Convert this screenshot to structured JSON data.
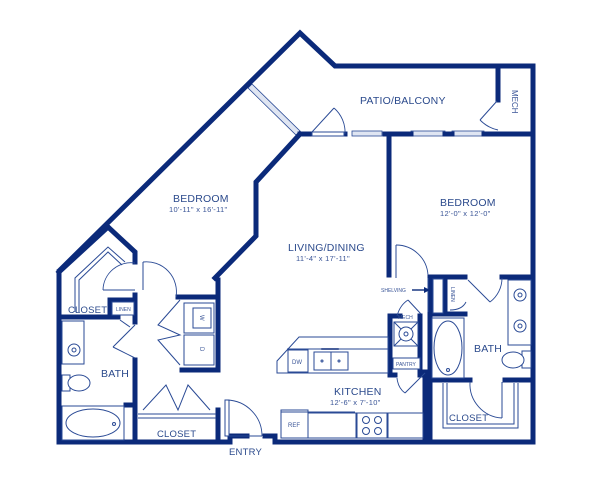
{
  "floor_plan": {
    "colors": {
      "wall": "#0b2a7a",
      "fixture_line": "#2a4a95",
      "label": "#2b4a8c",
      "window_fill": "#dfe5f2",
      "background": "#ffffff"
    },
    "rooms": {
      "patio": {
        "name": "PATIO/BALCONY"
      },
      "mech_patio": {
        "name": "MECH"
      },
      "bedroom_left": {
        "name": "BEDROOM",
        "dimensions": "10'-11\" x 16'-11\""
      },
      "bedroom_right": {
        "name": "BEDROOM",
        "dimensions": "12'-0\" x 12'-0\""
      },
      "living_dining": {
        "name": "LIVING/DINING",
        "dimensions": "11'-4\" x 17'-11\""
      },
      "kitchen": {
        "name": "KITCHEN",
        "dimensions": "12'-6\" x 7'-10\""
      },
      "bath_left": {
        "name": "BATH"
      },
      "bath_right": {
        "name": "BATH"
      },
      "closet_left_top": {
        "name": "CLOSET"
      },
      "closet_left_bottom": {
        "name": "CLOSET"
      },
      "closet_right": {
        "name": "CLOSET"
      },
      "linen_left": {
        "name": "LINEN"
      },
      "linen_right": {
        "name": "LINEN"
      },
      "mech_kitchen": {
        "name": "MECH"
      },
      "pantry": {
        "name": "PANTRY"
      },
      "entry": {
        "name": "ENTRY"
      }
    },
    "appliances": {
      "washer": "W",
      "dryer": "D",
      "dishwasher": "DW",
      "refrigerator": "REF"
    },
    "annotations": {
      "shelving": "SHELVING"
    }
  }
}
